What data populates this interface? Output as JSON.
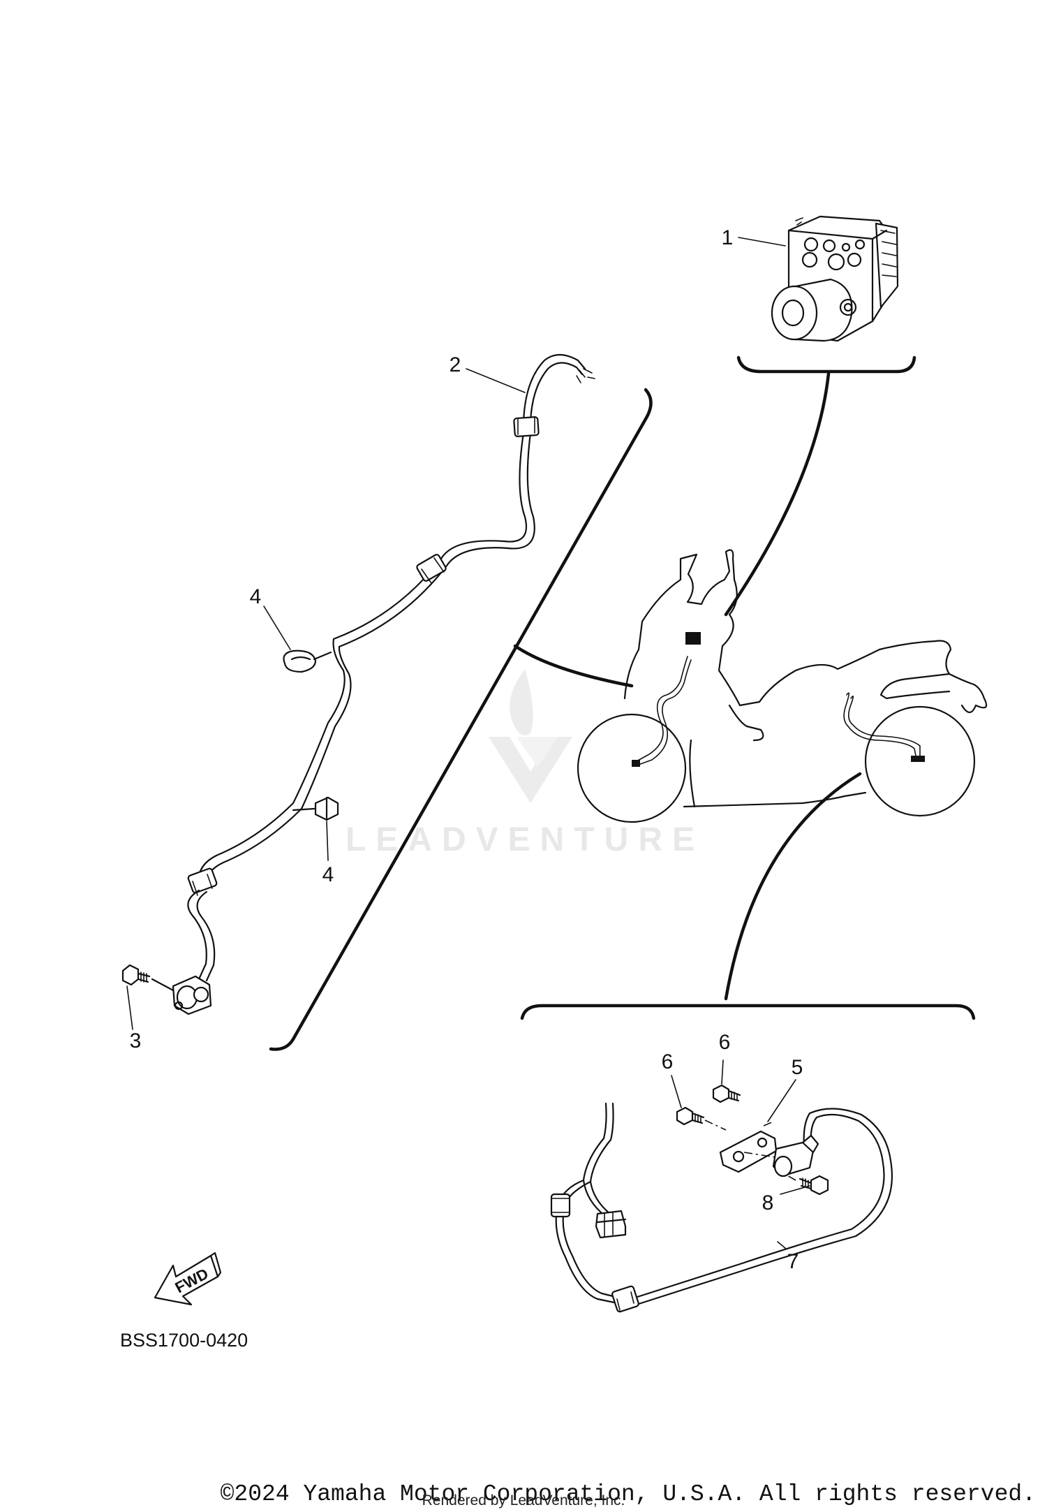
{
  "diagram_code": "BSS1700-0420",
  "copyright": "©2024 Yamaha Motor Corporation, U.S.A. All rights reserved.",
  "rendered_by": "Rendered by LeadVenture, Inc.",
  "watermark": "LEADVENTURE",
  "fwd_label": "FWD",
  "callouts": {
    "c1": "1",
    "c2": "2",
    "c3": "3",
    "c4a": "4",
    "c4b": "4",
    "c5": "5",
    "c6a": "6",
    "c6b": "6",
    "c7": "7",
    "c8": "8"
  },
  "icons": {
    "fwd": "fwd-arrow-icon",
    "watermark": "leadventure-logo-icon"
  },
  "colors": {
    "line": "#111111",
    "watermark": "#e8e8e8",
    "background": "#ffffff"
  }
}
